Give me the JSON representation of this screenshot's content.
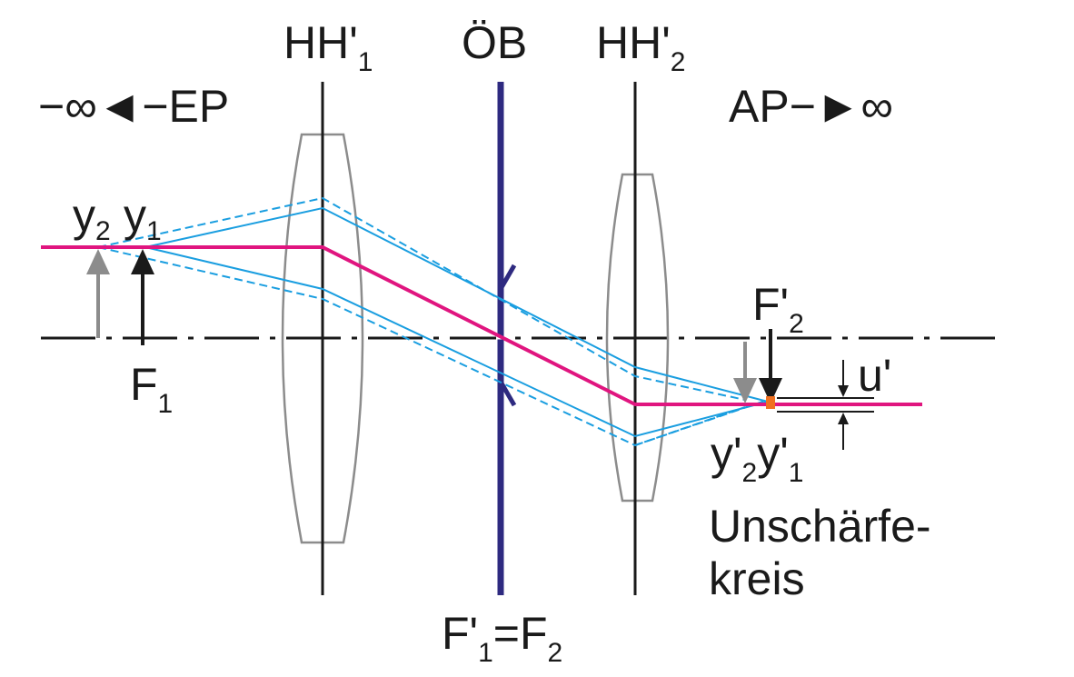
{
  "labels": {
    "hh1_main": "HH'",
    "hh1_sub": "1",
    "ob": "ÖB",
    "hh2_main": "HH'",
    "hh2_sub": "2",
    "ep": "−∞◄−EP",
    "ap": "AP−►∞",
    "y2_main": "y",
    "y2_sub": "2",
    "y1_main": "y",
    "y1_sub": "1",
    "f1_main": "F",
    "f1_sub": "1",
    "f2p_main": "F'",
    "f2p_sub": "2",
    "u_prime": "u'",
    "y2p_main": "y'",
    "y2p_sub": "2",
    "y1p_main": "y'",
    "y1p_sub": "1",
    "blur_line1": "Unschärfe-",
    "blur_line2": "kreis",
    "focus_eq_a": "F'",
    "focus_eq_a_sub": "1",
    "focus_eq_mid": "=F",
    "focus_eq_b_sub": "2"
  },
  "colors": {
    "chief_ray": "#e0157f",
    "marginal_rays": "#1a9ee0",
    "aperture_stop": "#2e2a80",
    "lens_outline": "#8c8c8c",
    "axis": "#1a1a1a",
    "object_y2": "#8c8c8c",
    "object_y1": "#1a1a1a",
    "blur_spot": "#f07020"
  }
}
